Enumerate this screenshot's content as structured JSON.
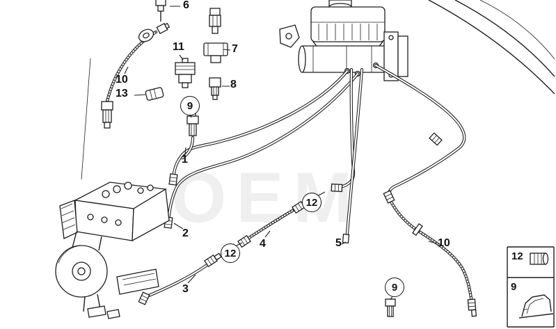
{
  "watermark": "OEM",
  "callouts": {
    "part1": "1",
    "part2": "2",
    "part3": "3",
    "part4": "4",
    "part5": "5",
    "part6": "6",
    "part7": "7",
    "part8": "8",
    "part9_junction": "9",
    "part9_clip": "9",
    "part10_hose_front": "10",
    "part10_hose_rear": "10",
    "part11": "11",
    "part12_union_mid": "12",
    "part12_union_right": "12",
    "part13": "13"
  },
  "legend": {
    "union_label": "12",
    "clip_label": "9"
  }
}
